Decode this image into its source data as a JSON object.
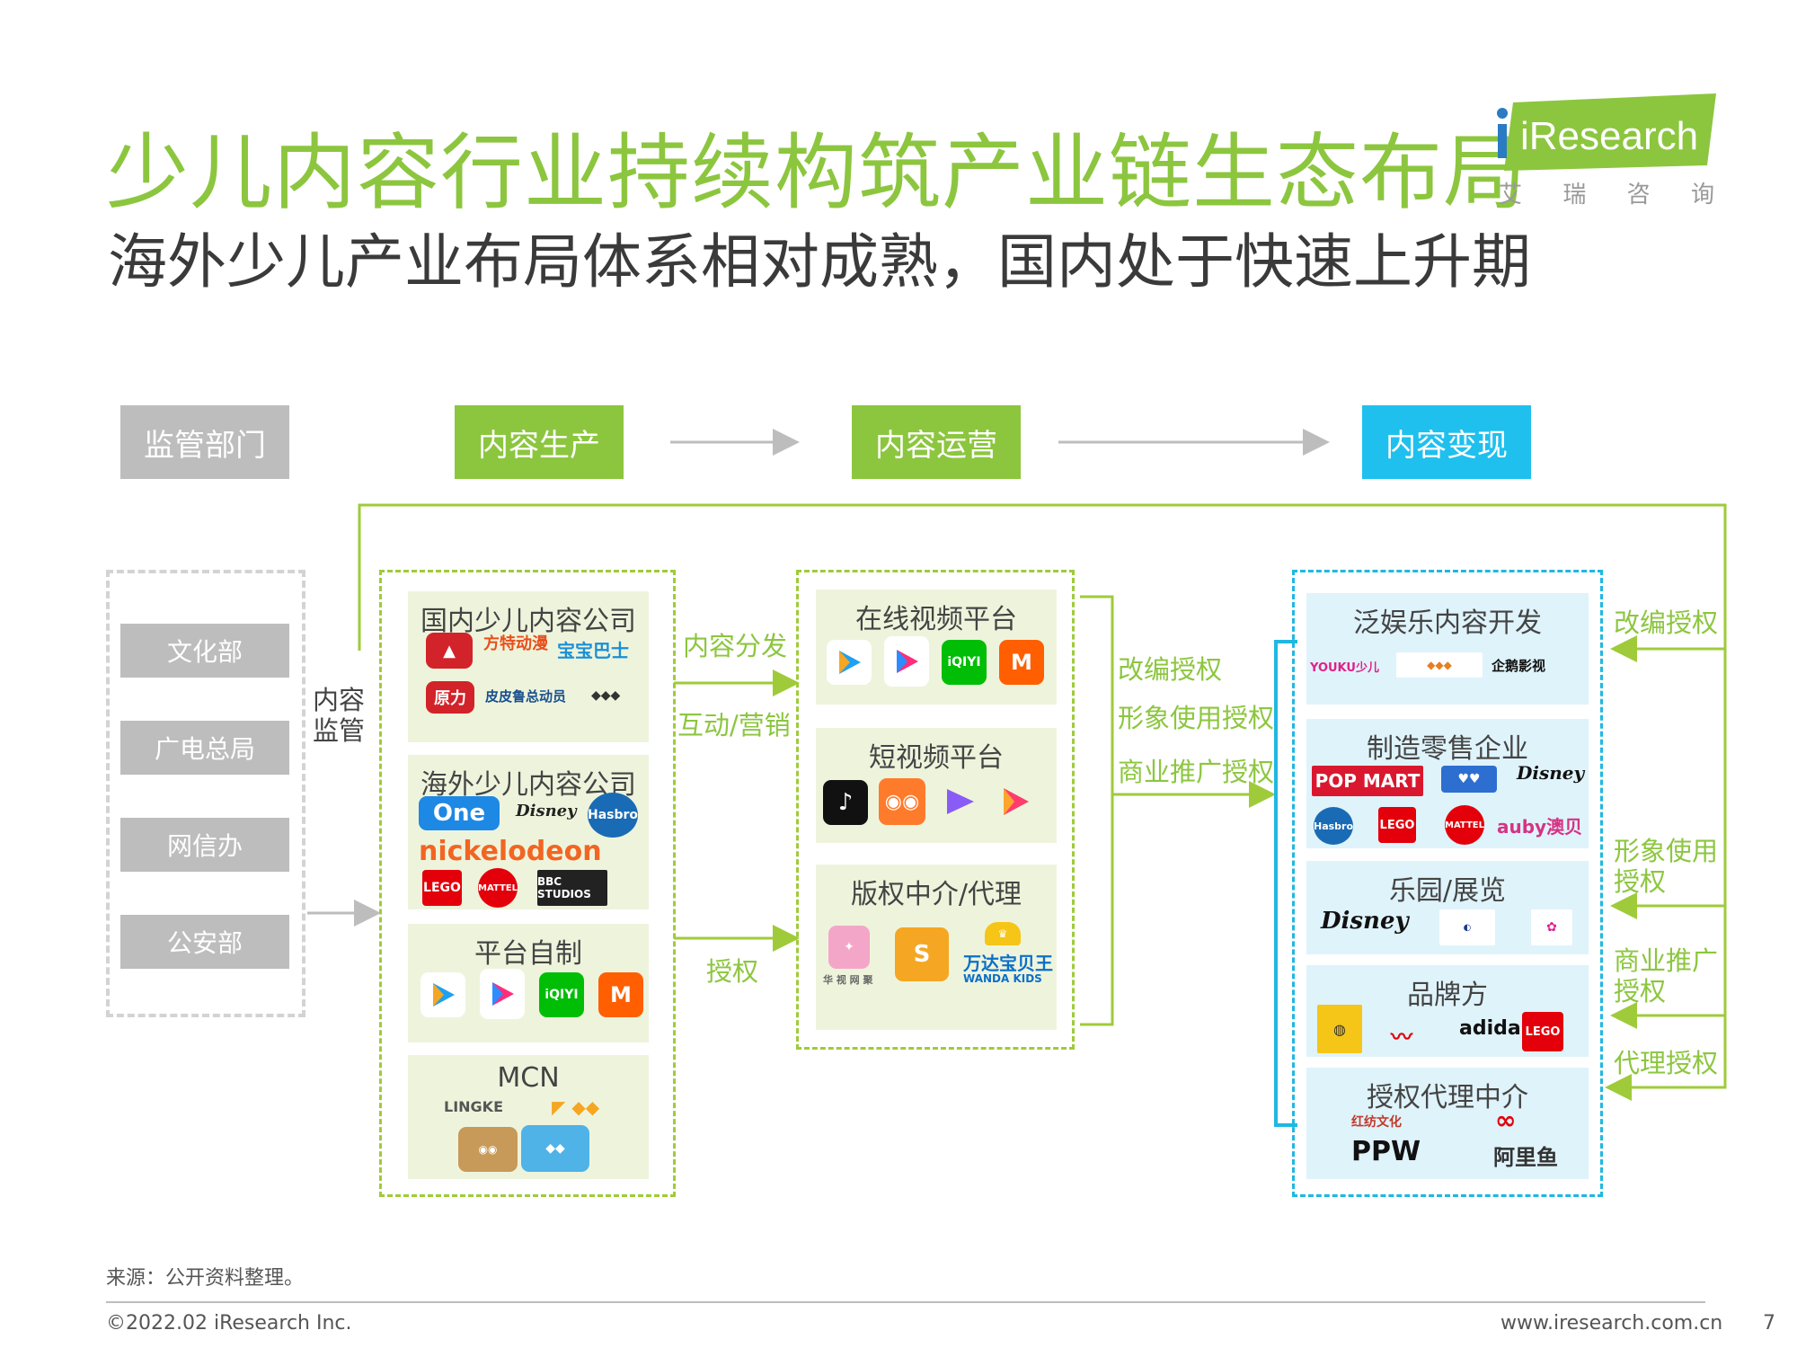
{
  "header": {
    "title": "少儿内容行业持续构筑产业链生态布局",
    "subtitle": "海外少儿产业布局体系相对成熟，国内处于快速上升期",
    "logo_text": "iResearch",
    "logo_cn": [
      "艾",
      "瑞",
      "咨",
      "询"
    ]
  },
  "stages": {
    "regulator": "监管部门",
    "production": "内容生产",
    "operation": "内容运营",
    "monetization": "内容变现"
  },
  "regulators": [
    "文化部",
    "广电总局",
    "网信办",
    "公安部"
  ],
  "regulation_label": [
    "内容",
    "监管"
  ],
  "production_panels": {
    "domestic": "国内少儿内容公司",
    "overseas": "海外少儿内容公司",
    "platform": "平台自制",
    "mcn": "MCN"
  },
  "operation_panels": {
    "video": "在线视频平台",
    "short": "短视频平台",
    "agency": "版权中介/代理"
  },
  "monetization_panels": {
    "ent": "泛娱乐内容开发",
    "retail": "制造零售企业",
    "park": "乐园/展览",
    "brand": "品牌方",
    "licensing": "授权代理中介"
  },
  "flow_labels": {
    "distribution": "内容分发",
    "marketing": "互动/营销",
    "license": "授权",
    "adapt": "改编授权",
    "image": "形象使用授权",
    "promo": "商业推广授权"
  },
  "right_labels": {
    "adapt": "改编授权",
    "image": [
      "形象使用",
      "授权"
    ],
    "promo": [
      "商业推广",
      "授权"
    ],
    "agent": "代理授权"
  },
  "logos": {
    "one": "One",
    "nickelodeon": "nickelodeon",
    "lego": "LEGO",
    "mattel": "MATTEL",
    "bbc": "BBC STUDIOS",
    "hasbro": "Hasbro",
    "disney": "Disney",
    "youku": "YOUKU",
    "iqiyi": "iQIYI",
    "popmart": "POP MART",
    "auby": "auby澳贝",
    "adidas": "adidas",
    "ppw": "PPW",
    "alifish": "阿里鱼",
    "lingke": "LINGKE",
    "wanda": "万达宝贝王",
    "wanda_en": "WANDA KIDS",
    "huashi": "华 视 网 聚",
    "qiepeng": "企鹅影视",
    "youkukids": "YOUKU少儿",
    "yuanli": "原力",
    "baobao": "宝宝巴士",
    "fangte": "方特动漫",
    "pipi": "皮皮鲁总动员",
    "chinabrands": "红纺文化"
  },
  "footer": {
    "source": "来源：公开资料整理。",
    "copyright": "©2022.02 iResearch Inc.",
    "url": "www.iresearch.com.cn",
    "page": "7"
  }
}
